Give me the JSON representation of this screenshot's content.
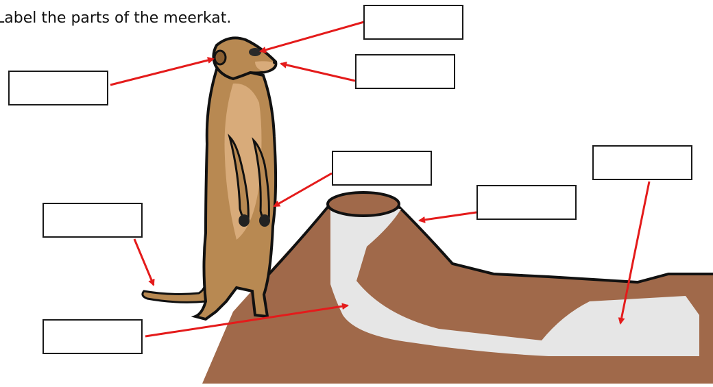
{
  "instruction": "Label the parts of the meerkat.",
  "label_boxes": [
    {
      "id": "box-ear",
      "value": ""
    },
    {
      "id": "box-eye",
      "value": ""
    },
    {
      "id": "box-nose",
      "value": ""
    },
    {
      "id": "box-paw",
      "value": ""
    },
    {
      "id": "box-tail",
      "value": ""
    },
    {
      "id": "box-burrow-entrance",
      "value": ""
    },
    {
      "id": "box-mound",
      "value": ""
    },
    {
      "id": "box-chamber",
      "value": ""
    },
    {
      "id": "box-tunnel",
      "value": ""
    }
  ],
  "colors": {
    "arrow": "#e41b1b",
    "soil": "#a0694a",
    "tunnel": "#e6e6e6",
    "meerkat_body": "#b88952",
    "meerkat_belly": "#d8ab7a",
    "outline": "#111111"
  }
}
